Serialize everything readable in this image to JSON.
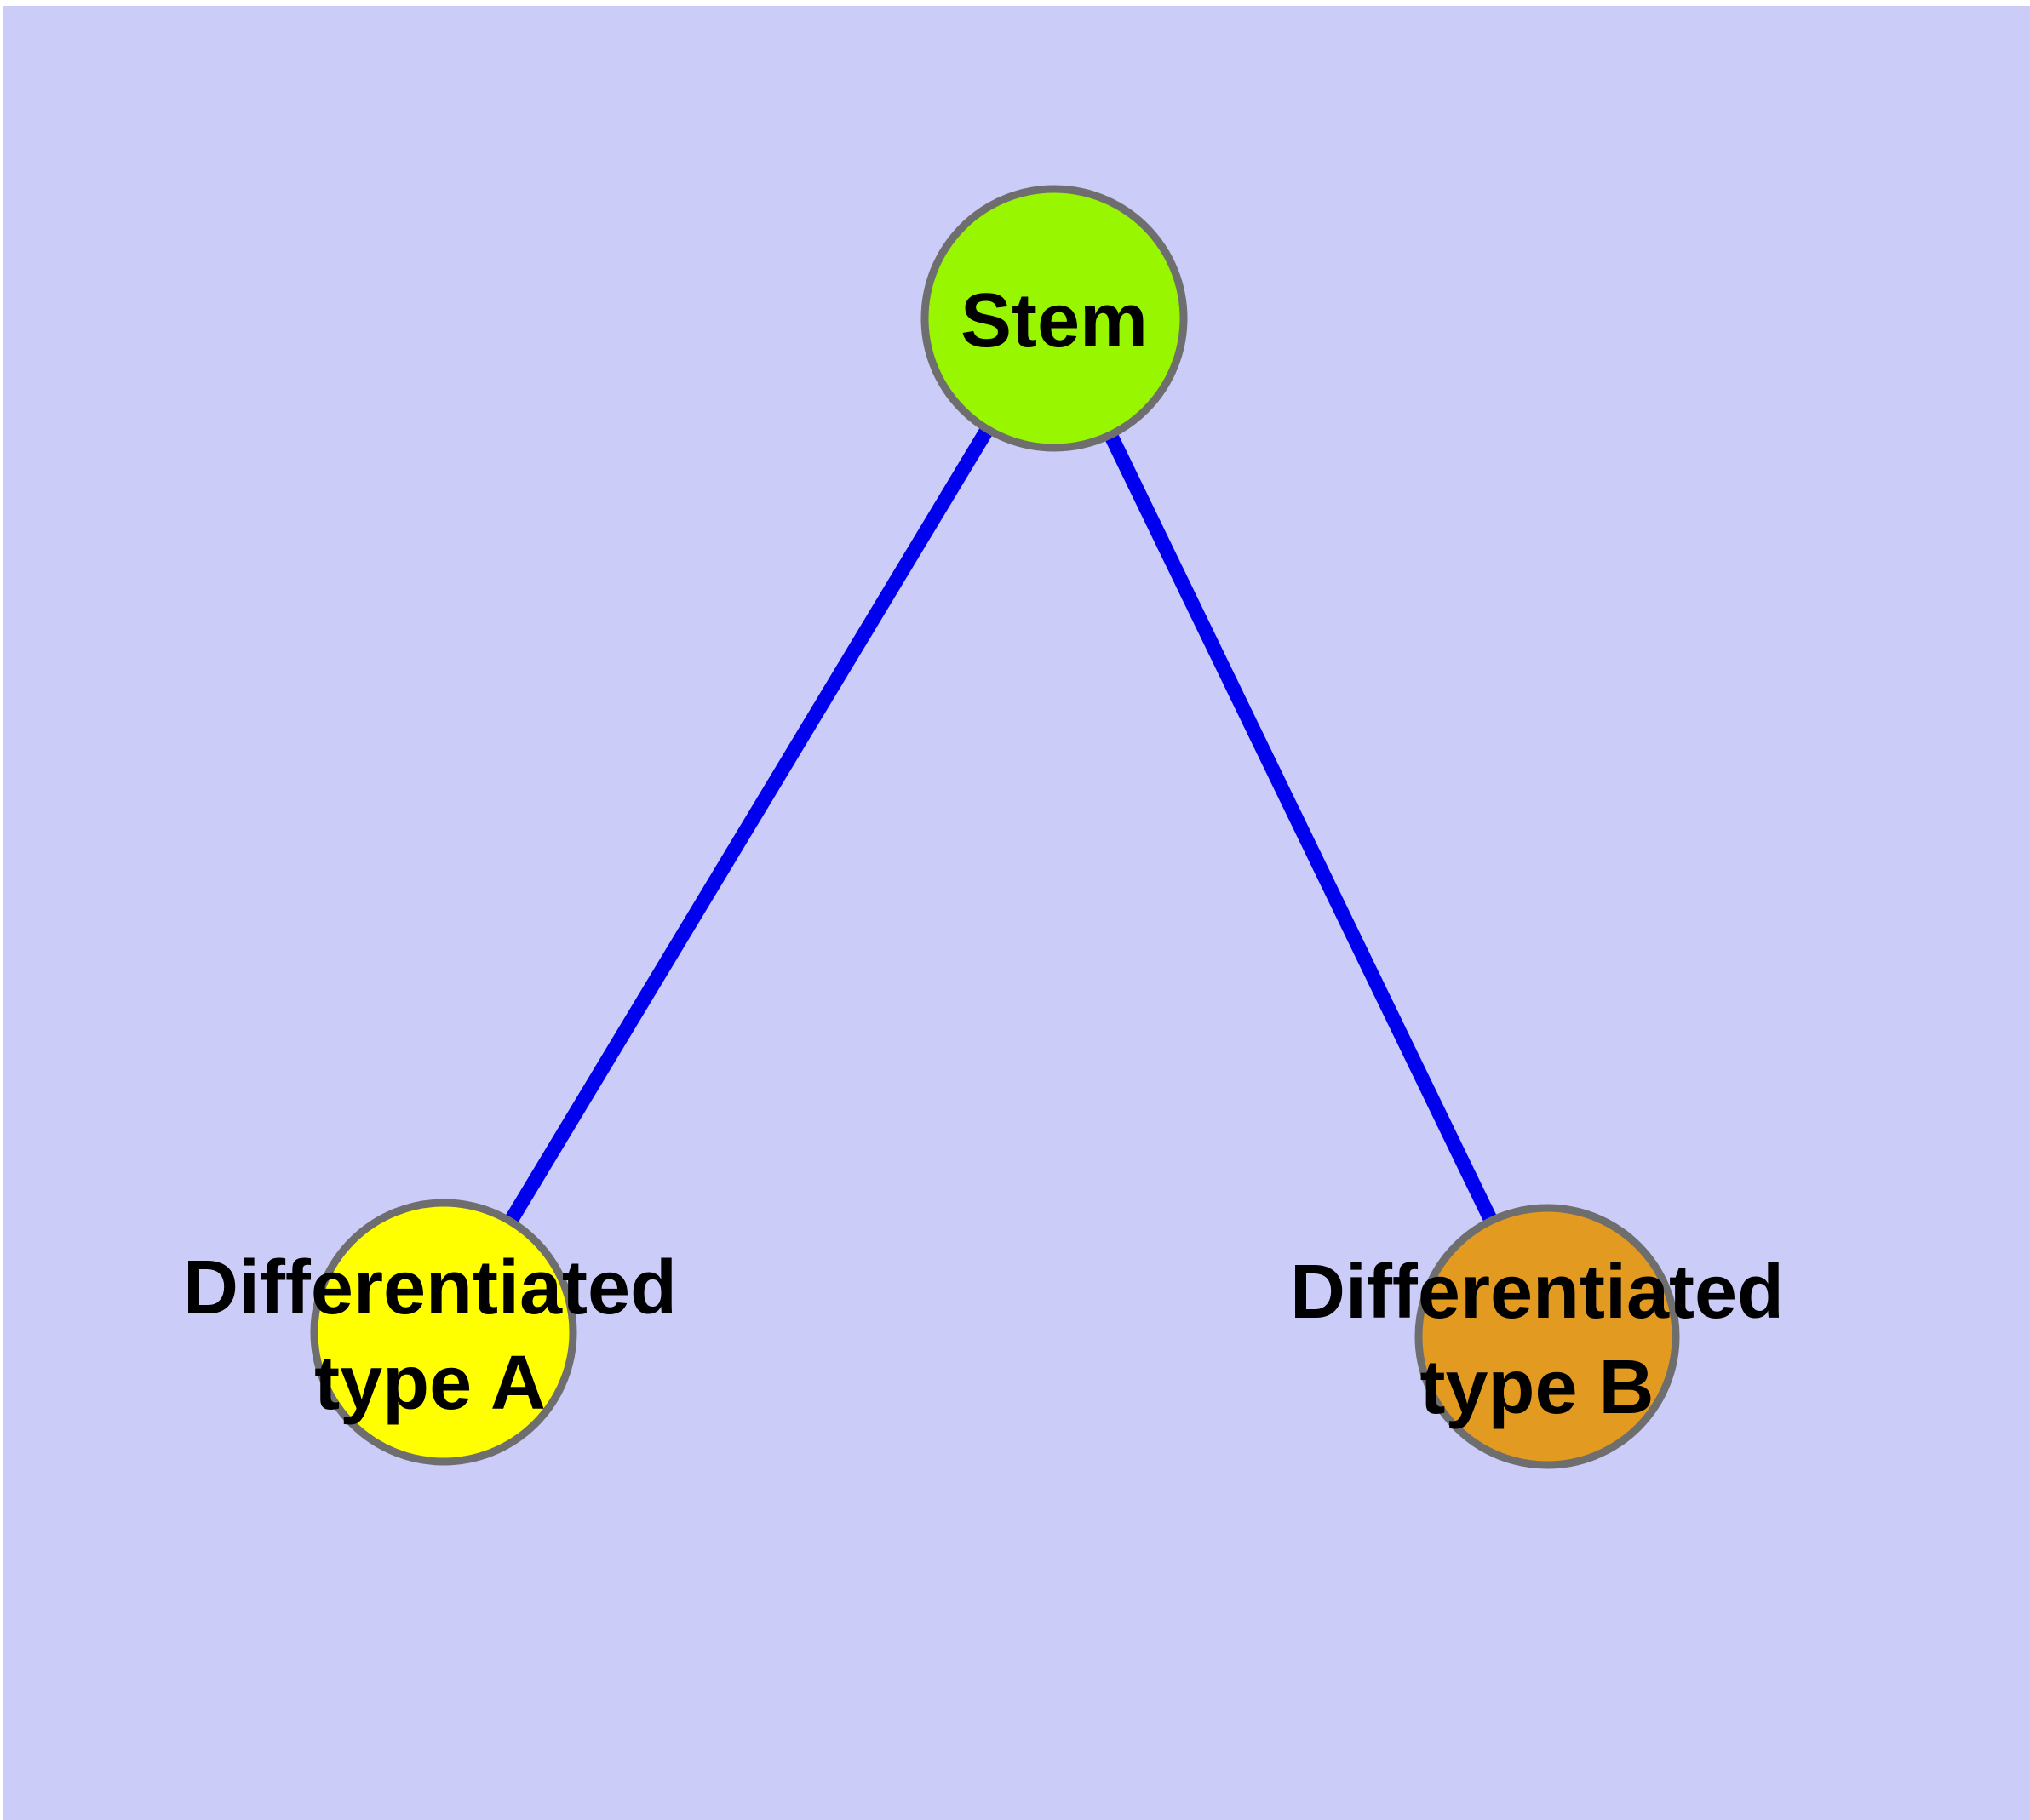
{
  "diagram": {
    "type": "node-link-graph",
    "background_color": "#CCCCF8",
    "page_margin_color": "#FFFFFF",
    "edge_color": "#0000EE",
    "node_border_color": "#6E6E6E",
    "text_color": "#000000",
    "nodes": [
      {
        "id": "stem",
        "label": "Stem",
        "lines": [
          "Stem"
        ],
        "fill": "#98F600"
      },
      {
        "id": "differentiated-type-a",
        "label": "Differentiated type A",
        "lines": [
          "Differentiated",
          "type A"
        ],
        "fill": "#FFFF00"
      },
      {
        "id": "differentiated-type-b",
        "label": "Differentiated type B",
        "lines": [
          "Differentiated",
          "type B"
        ],
        "fill": "#E39A21"
      }
    ],
    "edges": [
      {
        "from": "Stem",
        "to": "Differentiated type A"
      },
      {
        "from": "Stem",
        "to": "Differentiated type B"
      }
    ]
  }
}
